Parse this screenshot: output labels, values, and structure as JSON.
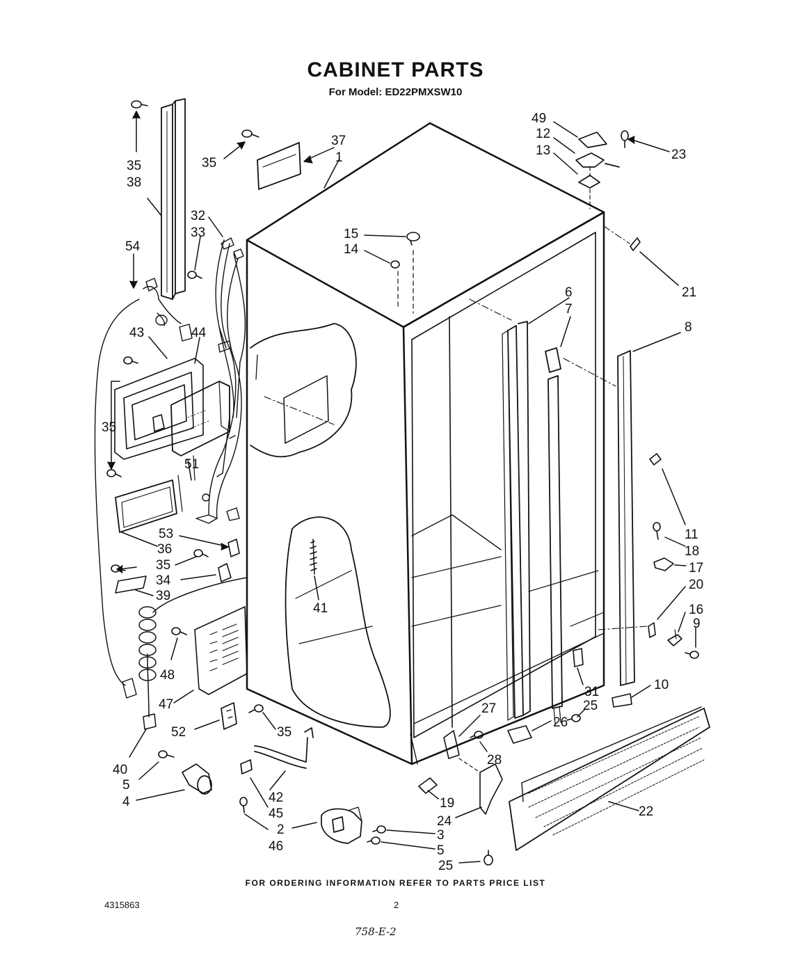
{
  "header": {
    "title": "CABINET PARTS",
    "subtitle": "For Model: ED22PMXSW10"
  },
  "footer": {
    "note": "FOR ORDERING INFORMATION REFER TO PARTS PRICE LIST",
    "doc_number": "4315863",
    "page_number": "2",
    "handwritten": "758-E-2"
  },
  "callouts": [
    "1",
    "2",
    "3",
    "4",
    "5",
    "6",
    "7",
    "8",
    "9",
    "10",
    "11",
    "12",
    "13",
    "14",
    "15",
    "16",
    "17",
    "18",
    "19",
    "20",
    "21",
    "22",
    "23",
    "24",
    "25",
    "26",
    "27",
    "28",
    "31",
    "32",
    "33",
    "34",
    "35",
    "36",
    "37",
    "38",
    "39",
    "40",
    "41",
    "42",
    "43",
    "44",
    "45",
    "46",
    "47",
    "48",
    "49",
    "51",
    "52",
    "53",
    "54"
  ]
}
